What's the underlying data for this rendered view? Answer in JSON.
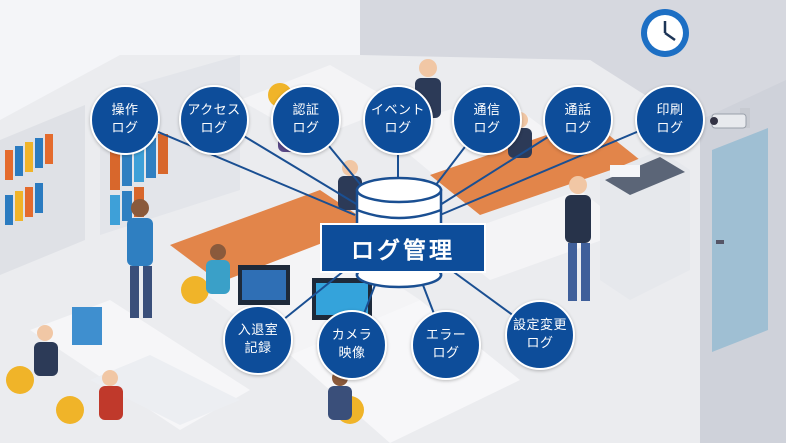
{
  "hub": {
    "label": "ログ管理"
  },
  "top_nodes": [
    {
      "line1": "操作",
      "line2": "ログ"
    },
    {
      "line1": "アクセス",
      "line2": "ログ"
    },
    {
      "line1": "認証",
      "line2": "ログ"
    },
    {
      "line1": "イベント",
      "line2": "ログ"
    },
    {
      "line1": "通信",
      "line2": "ログ"
    },
    {
      "line1": "通話",
      "line2": "ログ"
    },
    {
      "line1": "印刷",
      "line2": "ログ"
    }
  ],
  "bottom_nodes": [
    {
      "line1": "入退室",
      "line2": "記録"
    },
    {
      "line1": "カメラ",
      "line2": "映像"
    },
    {
      "line1": "エラー",
      "line2": "ログ"
    },
    {
      "line1": "設定変更",
      "line2": "ログ"
    }
  ],
  "colors": {
    "node_fill": "#0d4d9a",
    "connector": "#1a4f92",
    "floor": "#ececef",
    "wall": "#d9dbe2",
    "desk": "#e2854a",
    "chair": "#f0b429"
  },
  "icons": [
    "wall-clock-icon",
    "security-camera-icon",
    "database-icon"
  ]
}
